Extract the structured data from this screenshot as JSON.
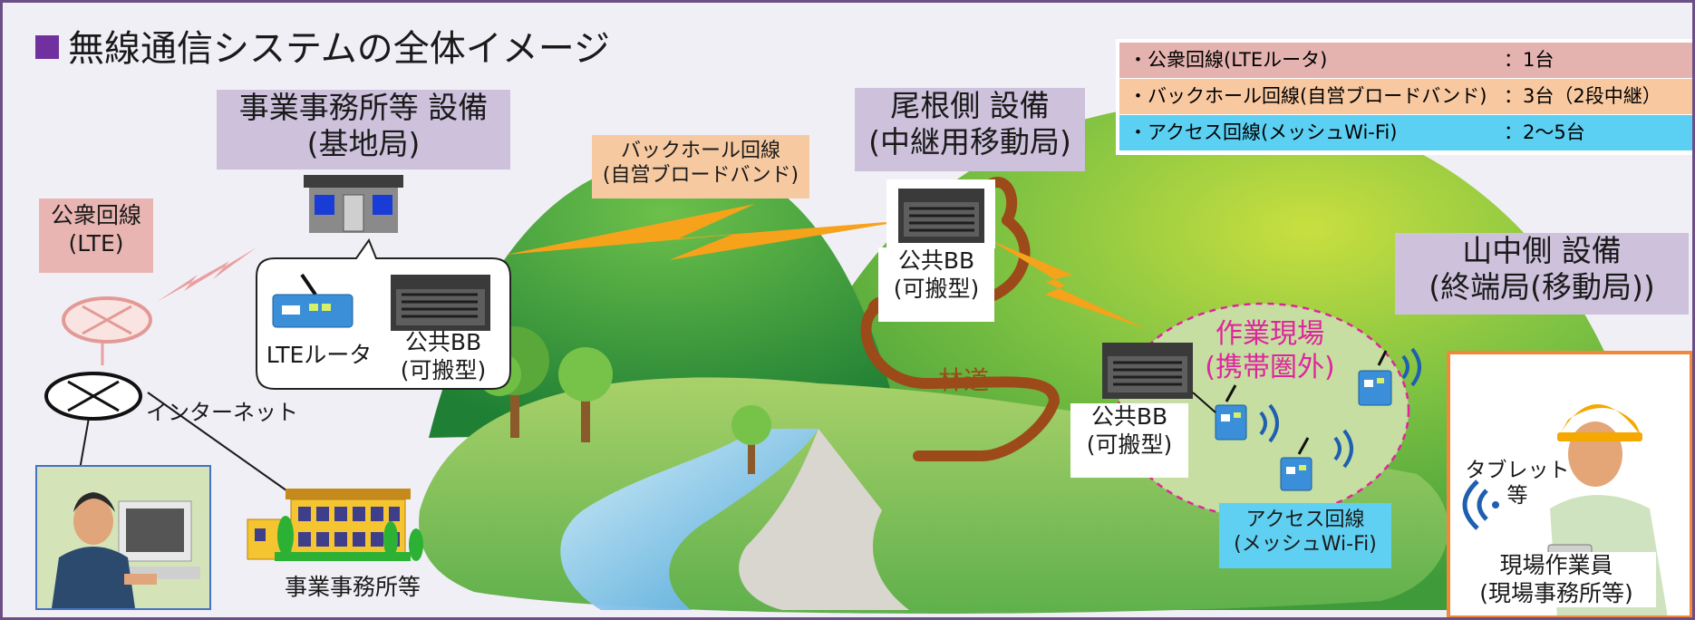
{
  "title": "無線通信システムの全体イメージ",
  "legend": [
    {
      "label": "・公衆回線(LTEルータ)",
      "count": "：1台",
      "color": "#e4b3b0"
    },
    {
      "label": "・バックホール回線(自営ブロードバンド)",
      "count": "：3台（2段中継）",
      "color": "#f8c8a0"
    },
    {
      "label": "・アクセス回線(メッシュWi-Fi)",
      "count": "：2〜5台",
      "color": "#5cd0f2"
    }
  ],
  "office_equipment": {
    "line1": "事業事務所等 設備",
    "line2": "(基地局)"
  },
  "ridge_equipment": {
    "line1": "尾根側 設備",
    "line2": "(中継用移動局)"
  },
  "mountain_equipment": {
    "line1": "山中側 設備",
    "line2": "(終端局(移動局))"
  },
  "public_line": {
    "line1": "公衆回線",
    "line2": "(LTE)"
  },
  "backhaul": {
    "line1": "バックホール回線",
    "line2": "(自営ブロードバンド)"
  },
  "lte_router": "LTEルータ",
  "public_bb": {
    "line1": "公共BB",
    "line2": "(可搬型)"
  },
  "internet": "インターネット",
  "office": "事業事務所等",
  "forest_road": "林道",
  "work_site": {
    "line1": "作業現場",
    "line2": "(携帯圏外)"
  },
  "access_line": {
    "line1": "アクセス回線",
    "line2": "(メッシュWi-Fi)"
  },
  "tablet": "タブレット等",
  "field_worker": {
    "line1": "現場作業員",
    "line2": "(現場事務所等)"
  },
  "colors": {
    "frame": "#6b4f86",
    "title_square": "#7030a0",
    "hill": "#4caf3c",
    "road": "#9c4a1a",
    "bolt": "#f7a21b",
    "site_label": "#e0249e"
  }
}
